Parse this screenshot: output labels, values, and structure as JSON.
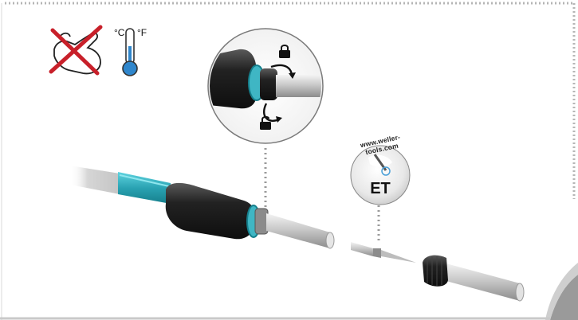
{
  "temperature": {
    "celsius_label": "°C",
    "fahrenheit_label": "°F"
  },
  "tip_badge": {
    "website": "www.weller-tools.com",
    "code": "ET"
  },
  "icons": {
    "no_hand": "hand-prohibited-icon",
    "thermometer": "thermometer-icon",
    "lock": "padlock-closed-icon",
    "unlock": "padlock-open-icon",
    "rotate": "rotate-arrows-icon"
  },
  "colors": {
    "cable_teal": "#3fb6c4",
    "handle_black": "#1b1b1b",
    "prohibit_red": "#c8202a",
    "thermo_blue": "#2f86cc",
    "dotted_border": "#b5b5b5",
    "corner_gray": "#9a9a9a"
  }
}
